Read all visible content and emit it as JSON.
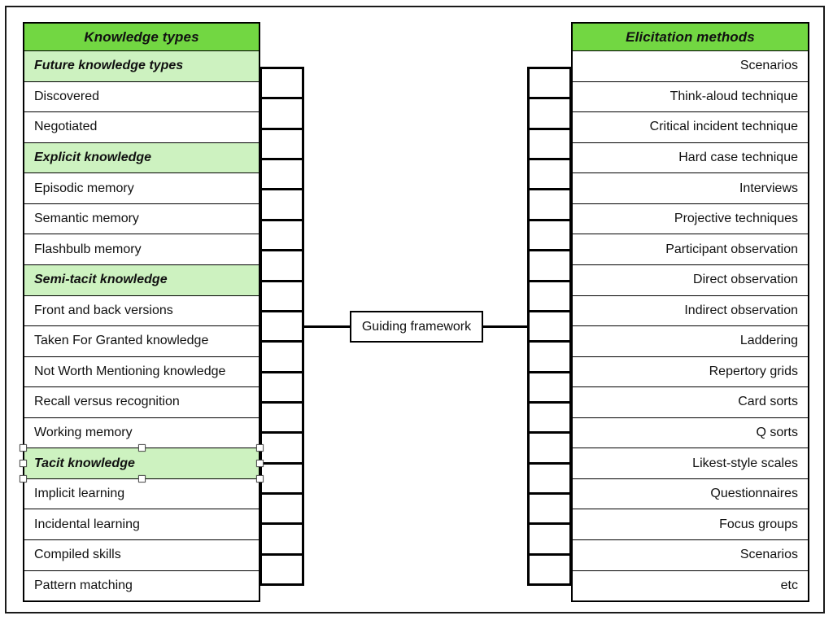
{
  "center": {
    "label": "Guiding framework"
  },
  "left_table": {
    "title": "Knowledge types",
    "rows": [
      {
        "label": "Future knowledge types",
        "type": "category"
      },
      {
        "label": "Discovered",
        "type": "item"
      },
      {
        "label": "Negotiated",
        "type": "item"
      },
      {
        "label": "Explicit knowledge",
        "type": "category"
      },
      {
        "label": "Episodic memory",
        "type": "item"
      },
      {
        "label": "Semantic memory",
        "type": "item"
      },
      {
        "label": "Flashbulb memory",
        "type": "item"
      },
      {
        "label": "Semi-tacit knowledge",
        "type": "category"
      },
      {
        "label": "Front and back versions",
        "type": "item"
      },
      {
        "label": "Taken For Granted knowledge",
        "type": "item"
      },
      {
        "label": "Not Worth Mentioning knowledge",
        "type": "item"
      },
      {
        "label": "Recall versus recognition",
        "type": "item"
      },
      {
        "label": "Working memory",
        "type": "item"
      },
      {
        "label": "Tacit knowledge",
        "type": "category",
        "selected": true
      },
      {
        "label": "Implicit learning",
        "type": "item"
      },
      {
        "label": "Incidental learning",
        "type": "item"
      },
      {
        "label": "Compiled skills",
        "type": "item"
      },
      {
        "label": "Pattern matching",
        "type": "item"
      }
    ]
  },
  "right_table": {
    "title": "Elicitation methods",
    "rows": [
      {
        "label": "Scenarios",
        "type": "item"
      },
      {
        "label": "Think-aloud technique",
        "type": "item"
      },
      {
        "label": "Critical incident technique",
        "type": "item"
      },
      {
        "label": "Hard case technique",
        "type": "item"
      },
      {
        "label": "Interviews",
        "type": "item"
      },
      {
        "label": "Projective techniques",
        "type": "item"
      },
      {
        "label": "Participant observation",
        "type": "item"
      },
      {
        "label": "Direct observation",
        "type": "item"
      },
      {
        "label": "Indirect observation",
        "type": "item"
      },
      {
        "label": "Laddering",
        "type": "item"
      },
      {
        "label": "Repertory grids",
        "type": "item"
      },
      {
        "label": "Card sorts",
        "type": "item"
      },
      {
        "label": "Q sorts",
        "type": "item"
      },
      {
        "label": "Likest-style scales",
        "type": "item"
      },
      {
        "label": "Questionnaires",
        "type": "item"
      },
      {
        "label": "Focus groups",
        "type": "item"
      },
      {
        "label": "Scenarios",
        "type": "item"
      },
      {
        "label": "etc",
        "type": "item"
      }
    ]
  },
  "selection": {
    "selected_row": "Tacit knowledge"
  },
  "colors": {
    "header_green": "#72d742",
    "category_green": "#cdf2c0",
    "line_black": "#000000"
  }
}
